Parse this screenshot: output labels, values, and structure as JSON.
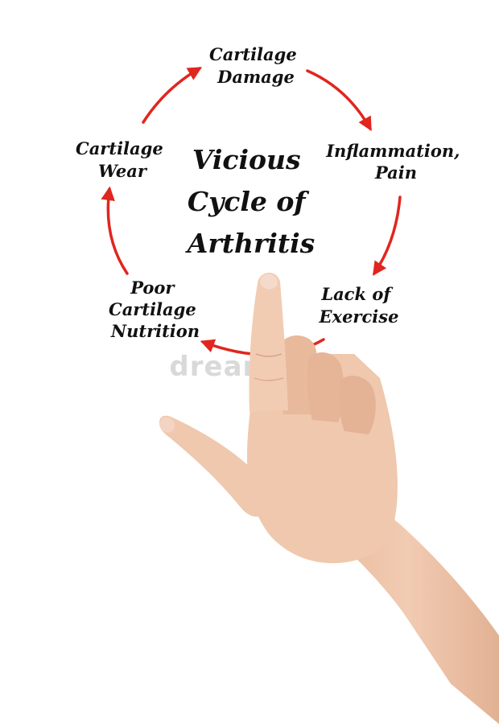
{
  "diagram": {
    "title": [
      "Vicious",
      "Cycle of",
      "Arthritis"
    ],
    "nodes": [
      {
        "id": "cartilage-damage",
        "lines": [
          "Cartilage",
          "Damage"
        ]
      },
      {
        "id": "inflammation-pain",
        "lines": [
          "Inflammation,",
          "Pain"
        ]
      },
      {
        "id": "lack-of-exercise",
        "lines": [
          "Lack of",
          "Exercise"
        ]
      },
      {
        "id": "poor-cartilage-nutrition",
        "lines": [
          "Poor",
          "Cartilage",
          "Nutrition"
        ]
      },
      {
        "id": "cartilage-wear",
        "lines": [
          "Cartilage",
          "Wear"
        ]
      }
    ]
  },
  "watermark": "dreamstime",
  "colors": {
    "arrow": "#e0261f",
    "text": "#111111",
    "skin_base": "#efc8ad",
    "skin_shadow": "#dca98a",
    "nail": "#f3d3c1",
    "watermark": "#d9d9d9"
  },
  "icons": [
    "pointing-hand-icon"
  ]
}
